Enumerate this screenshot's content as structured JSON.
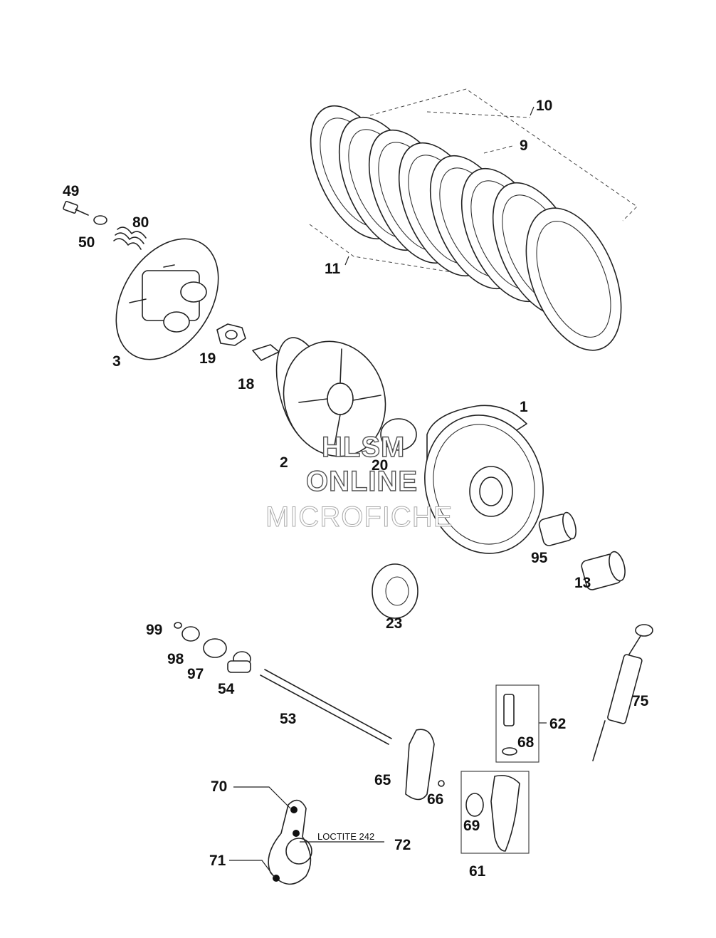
{
  "callouts": {
    "c1": "1",
    "c2": "2",
    "c3": "3",
    "c9": "9",
    "c10": "10",
    "c11": "11",
    "c13": "13",
    "c18": "18",
    "c19": "19",
    "c20": "20",
    "c23": "23",
    "c49": "49",
    "c50": "50",
    "c53": "53",
    "c54": "54",
    "c61": "61",
    "c62": "62",
    "c65": "65",
    "c66": "66",
    "c68": "68",
    "c69": "69",
    "c70": "70",
    "c71": "71",
    "c72": "72",
    "c75": "75",
    "c80": "80",
    "c95": "95",
    "c97": "97",
    "c98": "98",
    "c99": "99"
  },
  "note": "LOCTITE 242",
  "watermark": {
    "line1": "HLSM",
    "line2": "ONLINE",
    "line3": "MICROFICHE"
  }
}
